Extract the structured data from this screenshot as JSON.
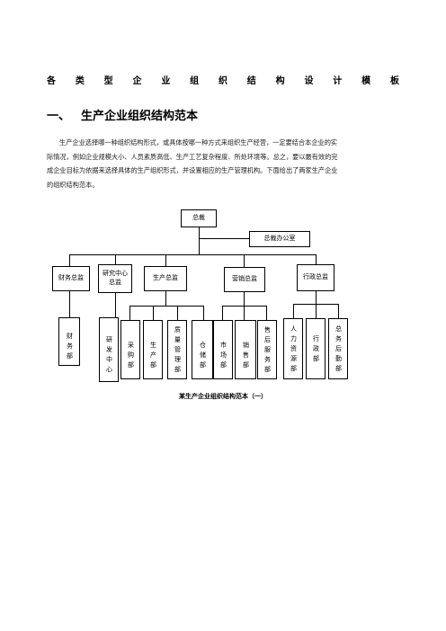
{
  "doc_title_chars": [
    "各",
    "类",
    "型",
    "企",
    "业",
    "组",
    "织",
    "结",
    "构",
    "设",
    "计",
    "模",
    "板"
  ],
  "section": {
    "number": "一、",
    "title": "生产企业组织结构范本"
  },
  "paragraph_lines": [
    "生产企业选择哪一种组织结构形式，或具体按哪一种方式来组织生产经营，一定要结合本企业的实",
    "际情况，例如企业规模大小、人员素质高低、生产工艺复杂程度、所处环境等。总之，要以最有效的完",
    "成企业目标为依据来选择具体的生产组织形式，并设置相应的生产管理机构。下面给出了两家生产企业",
    "的组织结构范本。"
  ],
  "org": {
    "ceo": "总裁",
    "ceo_office": "总裁办公室",
    "directors": {
      "finance": "财务总监",
      "rnd": "研究中心总监",
      "production": "生产总监",
      "marketing": "营销总监",
      "admin": "行政总监"
    },
    "departments": {
      "finance": "财务部",
      "rnd": "研发中心",
      "purchasing": "采购部",
      "production": "生产部",
      "quality": "质量管理部",
      "warehouse": "仓储部",
      "market": "市场部",
      "sales": "销售部",
      "after_sales": "售后服务部",
      "hr": "人力资源部",
      "admin": "行政部",
      "logistics": "总务后勤部"
    }
  },
  "caption": "某生产企业组织结构范本（一）"
}
